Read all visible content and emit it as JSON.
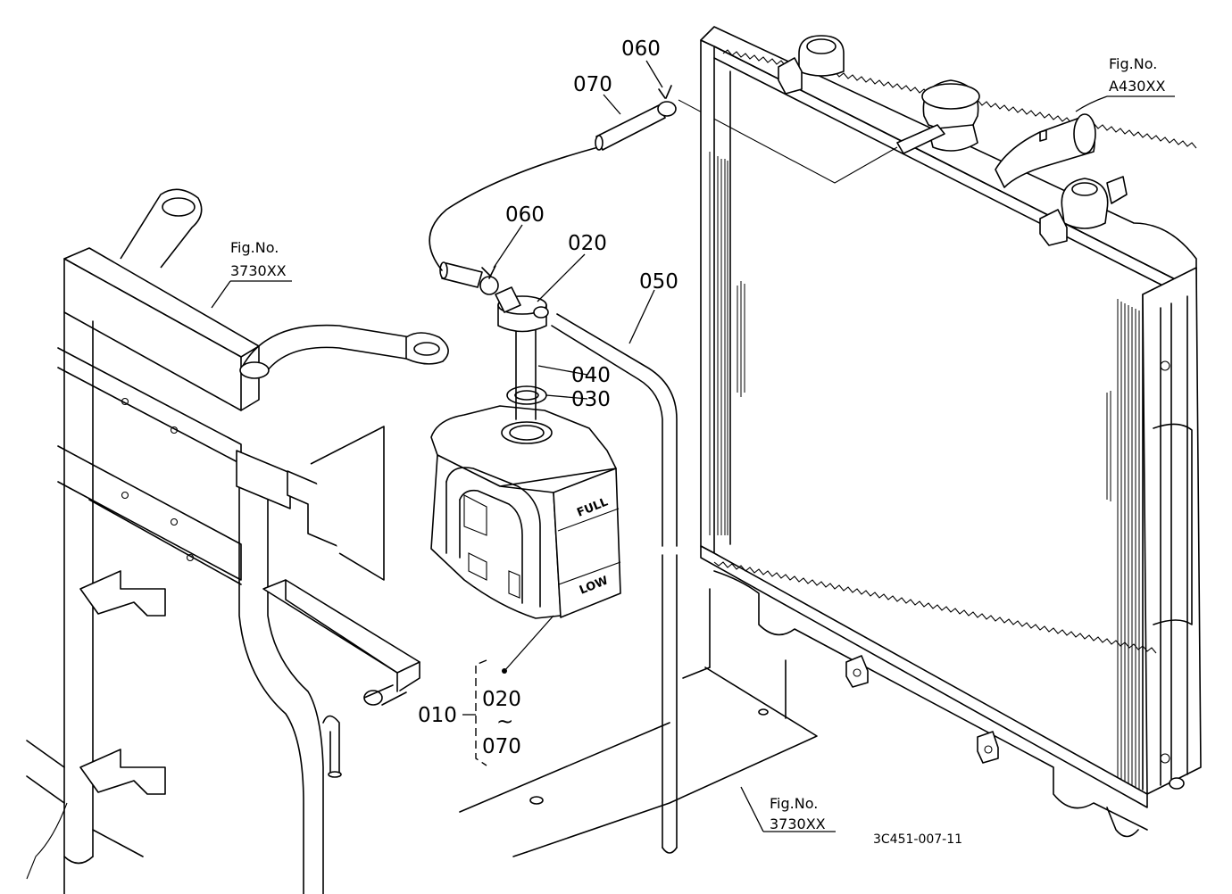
{
  "part_labels": {
    "p060_top": "060",
    "p070": "070",
    "p060_mid": "060",
    "p020": "020",
    "p050": "050",
    "p040": "040",
    "p030": "030",
    "p010": "010",
    "range_start": "020",
    "range_tilde": "~",
    "range_end": "070"
  },
  "references": {
    "left_fig": {
      "line1": "Fig.No.",
      "line2": "3730XX"
    },
    "right_fig": {
      "line1": "Fig.No.",
      "line2": "A430XX"
    },
    "bottom_fig": {
      "line1": "Fig.No.",
      "line2": "3730XX"
    }
  },
  "tank_markings": {
    "full": "FULL",
    "low": "LOW"
  },
  "drawing_code": "3C451-007-11"
}
